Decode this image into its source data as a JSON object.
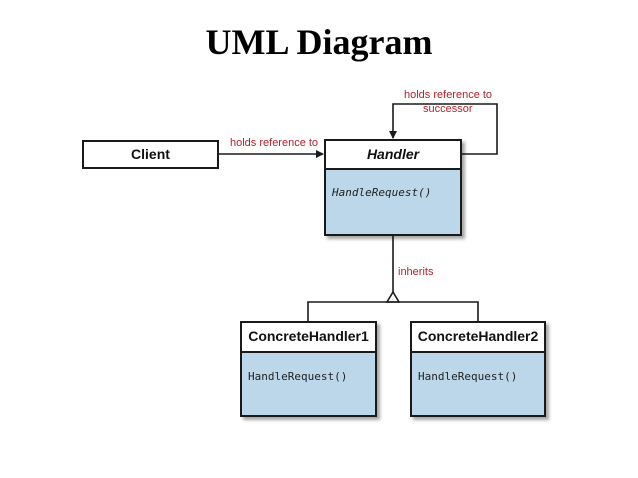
{
  "title": "UML Diagram",
  "client": {
    "label": "Client"
  },
  "handler": {
    "name": "Handler",
    "method": "HandleRequest()"
  },
  "concrete_handlers": [
    {
      "name": "ConcreteHandler1",
      "method": "HandleRequest()"
    },
    {
      "name": "ConcreteHandler2",
      "method": "HandleRequest()"
    }
  ],
  "relations": {
    "client_to_handler": "holds reference to",
    "successor_line1": "holds reference to",
    "successor_line2": "successor",
    "inherits": "inherits"
  },
  "colors": {
    "class_body": "#bcd7ea",
    "label_red": "#b0242c",
    "border": "#1a1a1a"
  }
}
